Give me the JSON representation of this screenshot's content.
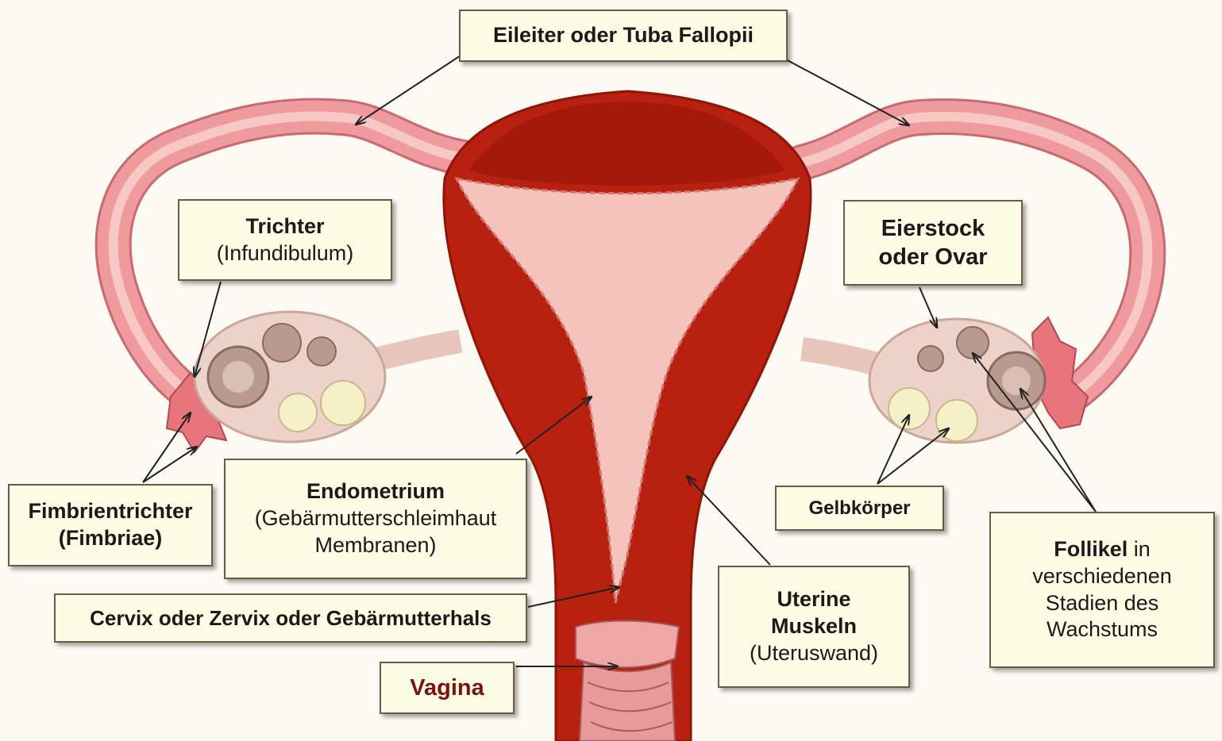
{
  "labels": {
    "eileiter": "Eileiter oder Tuba Fallopii",
    "trichter_title": "Trichter",
    "trichter_sub": "(Infundibulum)",
    "eierstock_1": "Eierstock",
    "eierstock_2": "oder Ovar",
    "fimbrien_1": "Fimbrientrichter",
    "fimbrien_2": "(Fimbriae)",
    "endometrium_title": "Endometrium",
    "endometrium_sub1": "(Gebärmutterschleimhaut",
    "endometrium_sub2": "Membranen)",
    "gelbkoerper": "Gelbkörper",
    "follikel_bold": "Follikel",
    "follikel_rest": " in",
    "follikel_2": "verschiedenen",
    "follikel_3": "Stadien des",
    "follikel_4": "Wachstums",
    "cervix": "Cervix oder Zervix oder Gebärmutterhals",
    "uterine_1": "Uterine",
    "uterine_2": "Muskeln",
    "uterine_3": "(Uteruswand)",
    "vagina": "Vagina"
  },
  "colors": {
    "muscle": "#b8200f",
    "muscle_dark": "#8f1508",
    "endometrium": "#f6c2bc",
    "tube": "#ef9a9c",
    "tube_inner": "#f8c8c4",
    "ovary": "#ecd2c8",
    "label_bg": "#fcfbe4"
  }
}
